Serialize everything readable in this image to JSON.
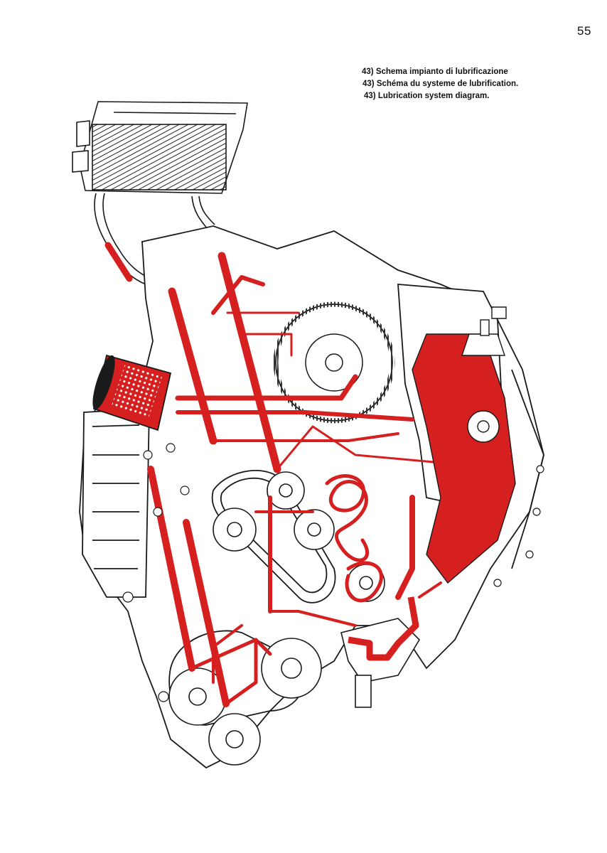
{
  "page": {
    "number": "55",
    "captions": [
      "43) Schema impianto di lubrificazione",
      "43) Schéma du systeme de lubrification.",
      "43) Lubrication system diagram."
    ]
  },
  "colors": {
    "ink": "#1a1a1a",
    "oil_red": "#d61f1f",
    "paper": "#ffffff"
  }
}
